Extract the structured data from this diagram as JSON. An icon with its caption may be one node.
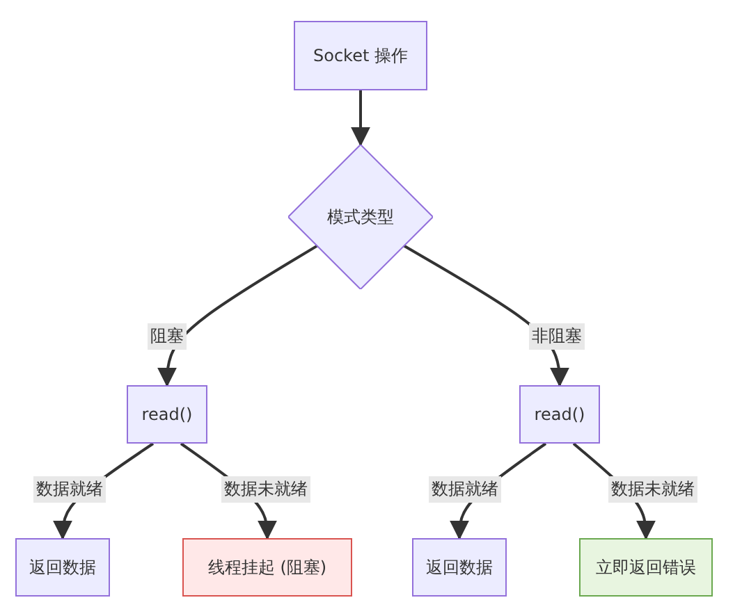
{
  "diagram": {
    "nodes": [
      {
        "text": [
          "Socket 操作"
        ]
      },
      {
        "text": [
          "模式类型"
        ]
      },
      {
        "text": [
          "read()"
        ]
      },
      {
        "text": [
          "read()"
        ]
      },
      {
        "text": [
          "返回数据"
        ]
      },
      {
        "text": [
          "线程挂起 (阻塞)"
        ]
      },
      {
        "text": [
          "返回数据"
        ]
      },
      {
        "text": [
          "立即返回错误"
        ]
      }
    ],
    "edges": [
      {
        "from": 0,
        "to": 1,
        "arrow": "to"
      },
      {
        "from": 1,
        "to": 2,
        "arrow": "to",
        "label": "阻塞"
      },
      {
        "from": 1,
        "to": 3,
        "arrow": "to",
        "label": "非阻塞"
      },
      {
        "from": 2,
        "to": 4,
        "arrow": "to",
        "label": "数据就绪"
      },
      {
        "from": 2,
        "to": 5,
        "arrow": "to",
        "label": "数据未就绪"
      },
      {
        "from": 3,
        "to": 6,
        "arrow": "to",
        "label": "数据就绪"
      },
      {
        "from": 3,
        "to": 7,
        "arrow": "to",
        "label": "数据未就绪"
      }
    ]
  }
}
